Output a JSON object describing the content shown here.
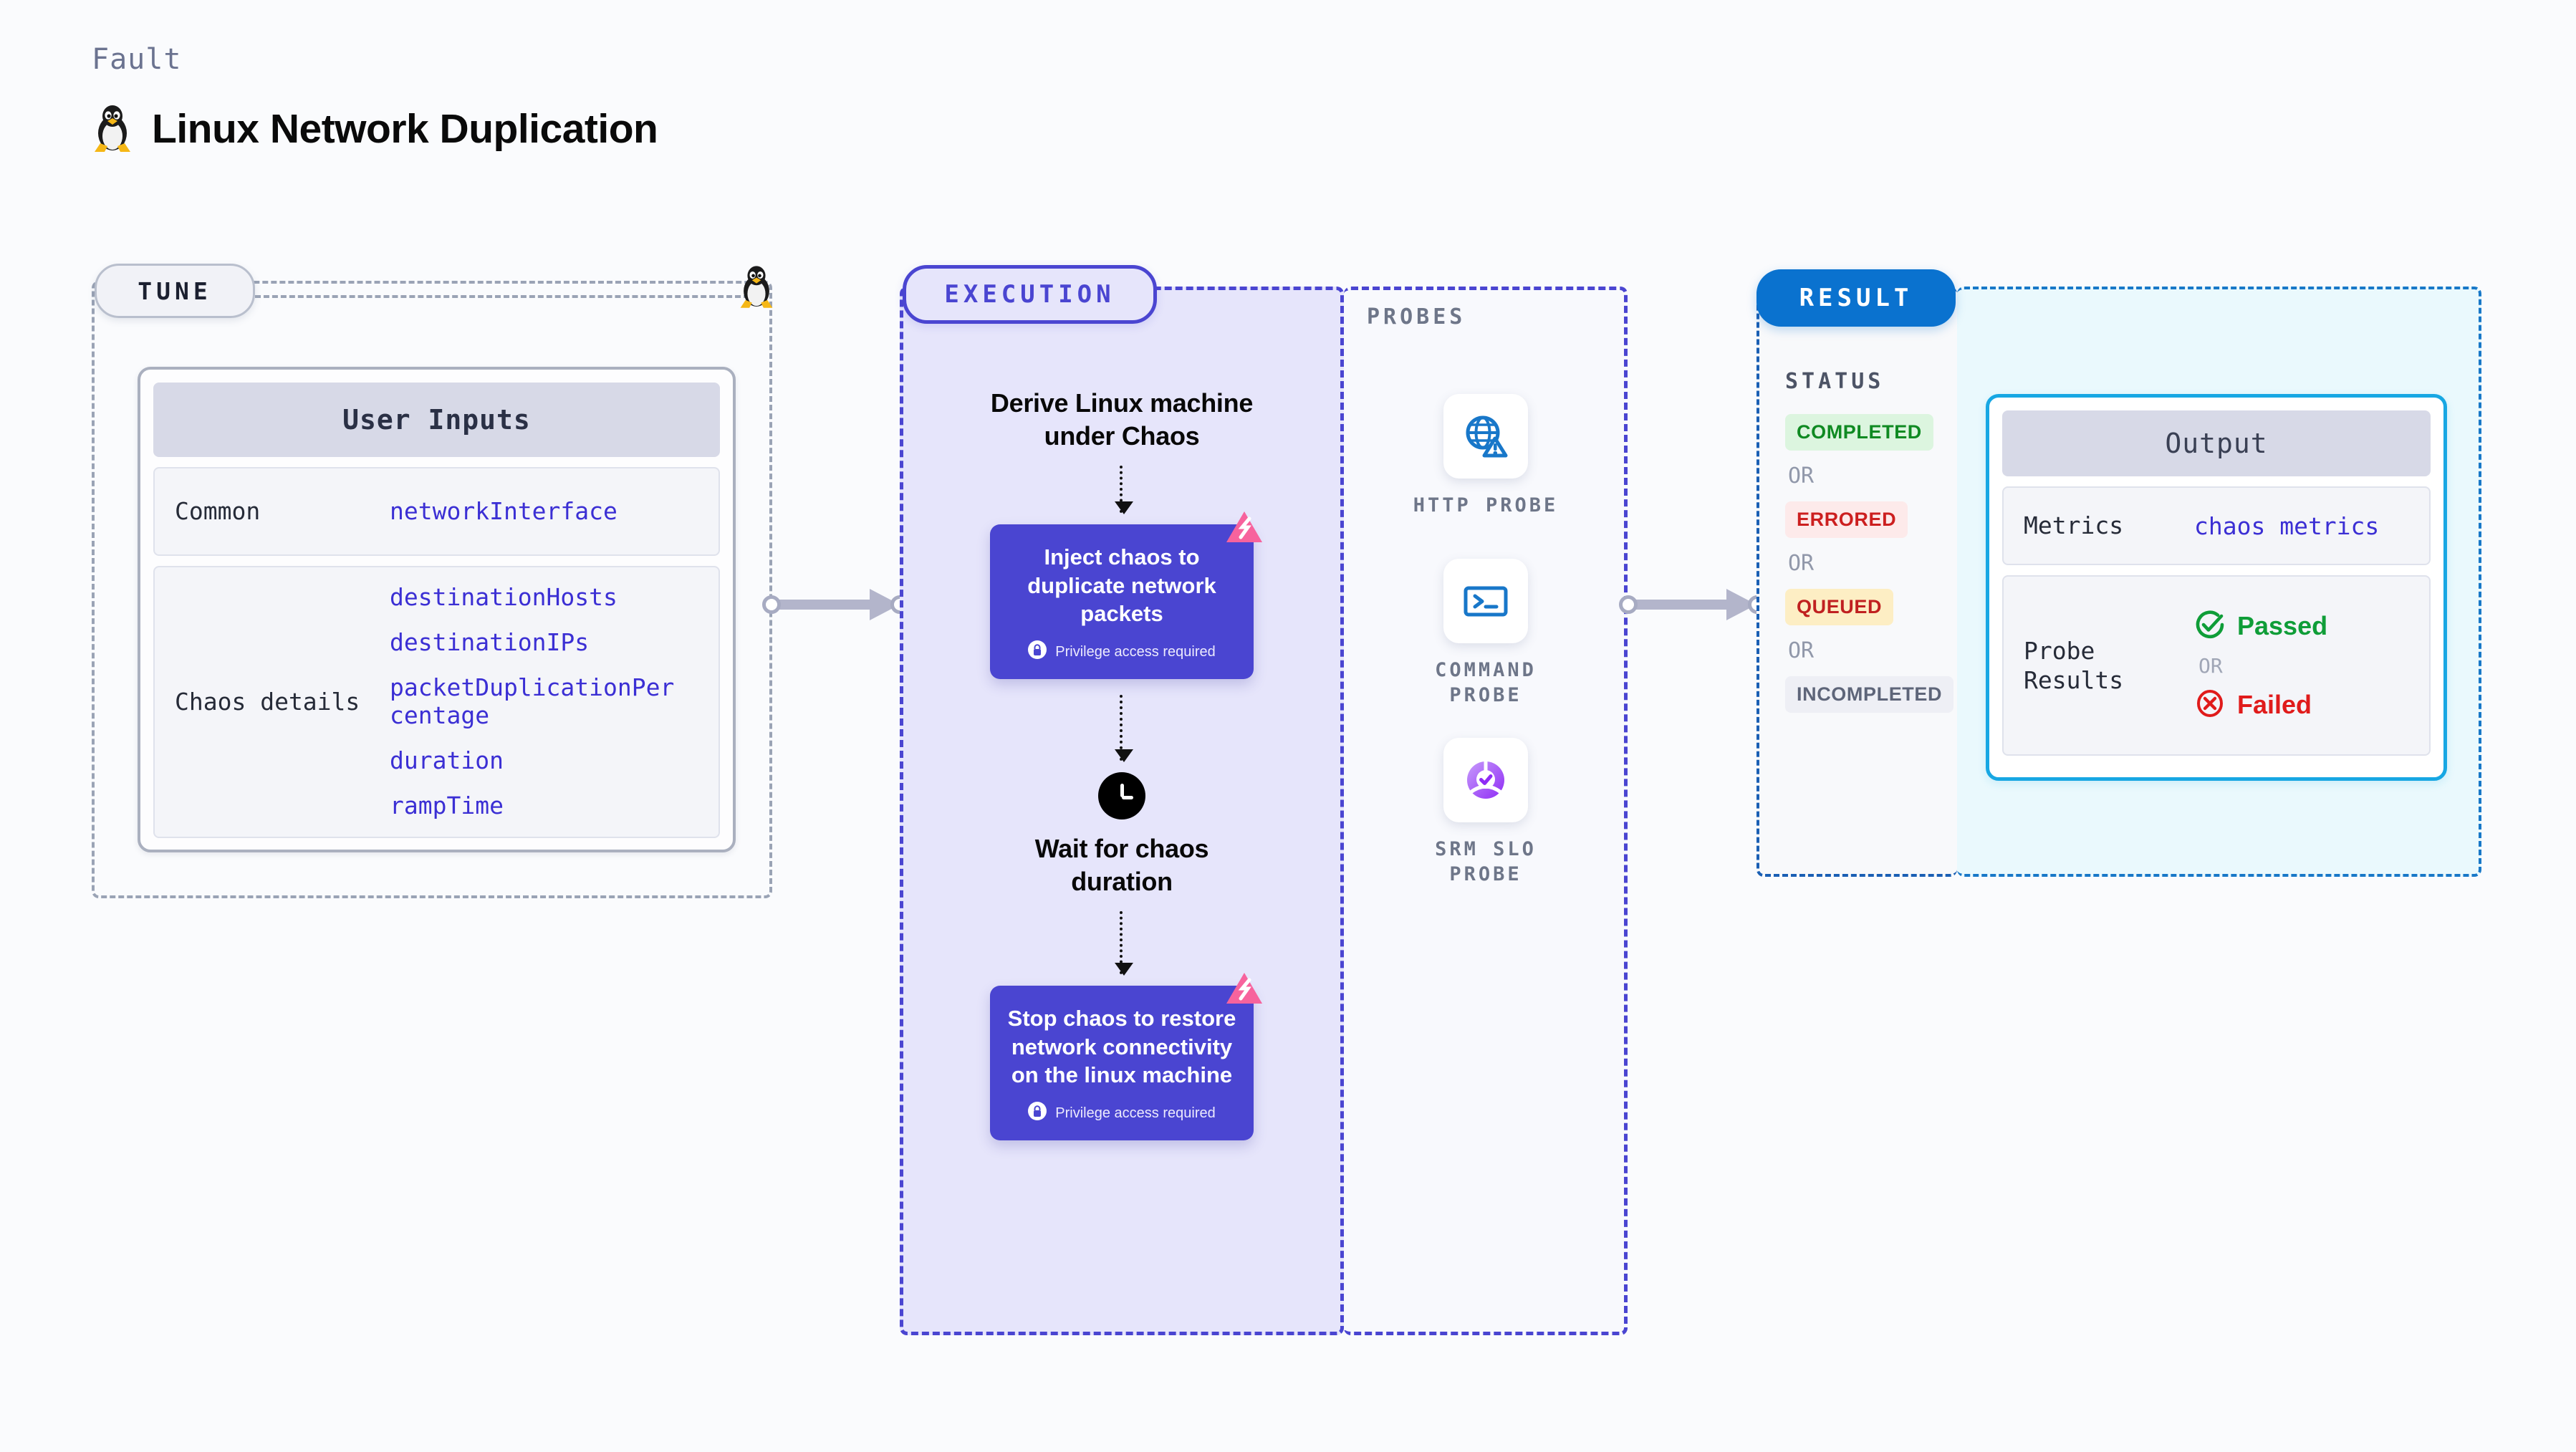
{
  "header": {
    "kicker": "Fault",
    "title": "Linux Network Duplication",
    "icon": "linux-penguin-icon"
  },
  "tune": {
    "pill_label": "TUNE",
    "penguin_icon": "linux-penguin-icon",
    "card": {
      "title": "User Inputs",
      "rows": [
        {
          "key": "Common",
          "values": [
            "networkInterface"
          ]
        },
        {
          "key": "Chaos details",
          "values": [
            "destinationHosts",
            "destinationIPs",
            "packetDuplicationPercentage",
            "duration",
            "rampTime"
          ]
        }
      ]
    }
  },
  "execution": {
    "pill_label": "EXECUTION",
    "steps": [
      {
        "type": "text",
        "label": "Derive Linux machine under Chaos"
      },
      {
        "type": "chaos-box",
        "label": "Inject chaos to duplicate network packets",
        "privilege": "Privilege access required",
        "badge": "litmus-chaos-icon"
      },
      {
        "type": "clock",
        "label": "Wait for chaos duration",
        "icon": "clock-icon"
      },
      {
        "type": "chaos-box",
        "label": "Stop chaos to restore network connectivity on the linux machine",
        "privilege": "Privilege access required",
        "badge": "litmus-chaos-icon"
      }
    ]
  },
  "probes": {
    "label": "PROBES",
    "items": [
      {
        "name": "HTTP PROBE",
        "icon": "globe-warning-icon"
      },
      {
        "name": "COMMAND PROBE",
        "icon": "terminal-icon"
      },
      {
        "name": "SRM SLO PROBE",
        "icon": "srm-slo-check-icon"
      }
    ]
  },
  "result": {
    "pill_label": "RESULT",
    "status_label": "STATUS",
    "or_label": "OR",
    "statuses": [
      {
        "label": "COMPLETED",
        "bg": "#dcf5df",
        "fg": "#0f8a22"
      },
      {
        "label": "ERRORED",
        "bg": "#fdeaea",
        "fg": "#cc1f1f"
      },
      {
        "label": "QUEUED",
        "bg": "#fdeec4",
        "fg": "#c02020"
      },
      {
        "label": "INCOMPLETED",
        "bg": "#eeeff5",
        "fg": "#5e6579"
      }
    ],
    "output": {
      "title": "Output",
      "rows": [
        {
          "key": "Metrics",
          "value": "chaos metrics"
        }
      ],
      "probe_results": {
        "key": "Probe Results",
        "passed": "Passed",
        "or": "OR",
        "failed": "Failed",
        "pass_icon": "check-circle-icon",
        "fail_icon": "x-circle-icon"
      }
    }
  },
  "colors": {
    "accent_purple": "#4a45d1",
    "accent_blue": "#0a72cf",
    "accent_cyan": "#17a7e3",
    "pink_badge": "#f7639d",
    "mono_value": "#3b2fd4",
    "page_bg": "#fafbfd"
  }
}
